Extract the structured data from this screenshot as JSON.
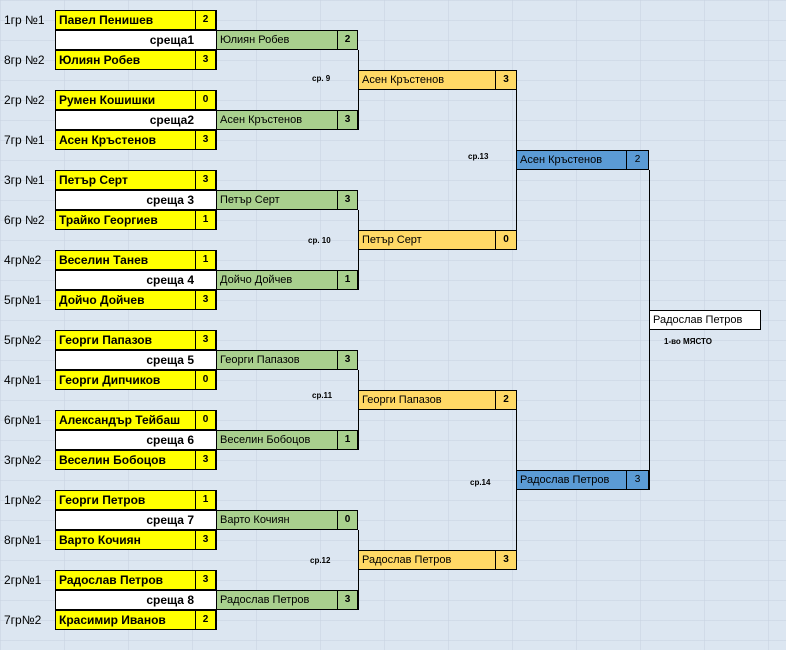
{
  "groups": [
    "1гр №1",
    "8гр №2",
    "2гр №2",
    "7гр №1",
    "3гр №1",
    "6гр №2",
    "4гр№2",
    "5гр№1",
    "5гр№2",
    "4гр№1",
    "6гр№1",
    "3гр№2",
    "1гр№2",
    "8гр№1",
    "2гр№1",
    "7гр№2"
  ],
  "players": [
    {
      "name": "Павел Пенишев",
      "score": "2"
    },
    {
      "name": "Юлиян Робев",
      "score": "3"
    },
    {
      "name": "Румен Кошишки",
      "score": "0"
    },
    {
      "name": "Асен Кръстенов",
      "score": "3"
    },
    {
      "name": "Петър Серт",
      "score": "3"
    },
    {
      "name": "Трайко Георгиев",
      "score": "1"
    },
    {
      "name": "Веселин Танев",
      "score": "1"
    },
    {
      "name": "Дойчо Дойчев",
      "score": "3"
    },
    {
      "name": "Георги Папазов",
      "score": "3"
    },
    {
      "name": "Георги Дипчиков",
      "score": "0"
    },
    {
      "name": "Александър Тейбаш",
      "score": "0"
    },
    {
      "name": "Веселин Бобоцов",
      "score": "3"
    },
    {
      "name": "Георги Петров",
      "score": "1"
    },
    {
      "name": "Варто Кочиян",
      "score": "3"
    },
    {
      "name": "Радослав Петров",
      "score": "3"
    },
    {
      "name": "Красимир Иванов",
      "score": "2"
    }
  ],
  "round1": [
    {
      "label": "среща1",
      "winner": "Юлиян Робев",
      "score": "2"
    },
    {
      "label": "среща2",
      "winner": "Асен Кръстенов",
      "score": "3"
    },
    {
      "label": "среща 3",
      "winner": "Петър Серт",
      "score": "3"
    },
    {
      "label": "среща 4",
      "winner": "Дойчо Дойчев",
      "score": "1"
    },
    {
      "label": "среща 5",
      "winner": "Георги Папазов",
      "score": "3"
    },
    {
      "label": "среща 6",
      "winner": "Веселин Бобоцов",
      "score": "1"
    },
    {
      "label": "среща 7",
      "winner": "Варто Кочиян",
      "score": "0"
    },
    {
      "label": "среща 8",
      "winner": "Радослав Петров",
      "score": "3"
    }
  ],
  "round2": [
    {
      "label": "ср. 9",
      "winner": "Асен Кръстенов",
      "score": "3"
    },
    {
      "label": "ср. 10",
      "winner": "Петър Серт",
      "score": "0"
    },
    {
      "label": "ср.11",
      "winner": "Георги Папазов",
      "score": "2"
    },
    {
      "label": "ср.12",
      "winner": "Радослав Петров",
      "score": "3"
    }
  ],
  "round3": [
    {
      "label": "ср.13",
      "winner": "Асен Кръстенов",
      "score": "2"
    },
    {
      "label": "ср.14",
      "winner": "Радослав Петров",
      "score": "3"
    }
  ],
  "final": {
    "winner": "Радослав Петров",
    "place": "1-во МЯСТО"
  },
  "colors": {
    "player": "#ffff00",
    "round1": "#a9d08e",
    "round2": "#ffd966",
    "round3": "#5b9bd5",
    "background": "#dce6f1"
  }
}
